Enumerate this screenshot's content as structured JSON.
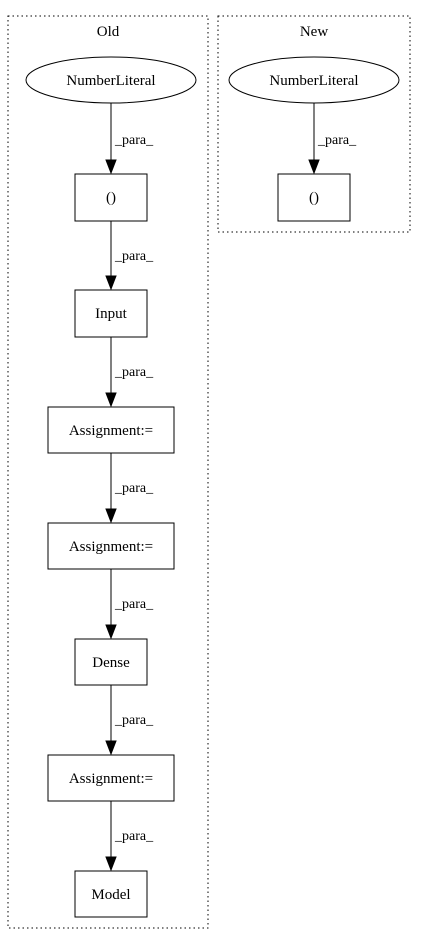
{
  "diagram": {
    "clusters": [
      {
        "id": "old",
        "label": "Old",
        "nodes": [
          {
            "id": "old_numlit",
            "label": "NumberLiteral",
            "shape": "ellipse"
          },
          {
            "id": "old_paren",
            "label": "()",
            "shape": "box"
          },
          {
            "id": "old_input",
            "label": "Input",
            "shape": "box"
          },
          {
            "id": "old_assign1",
            "label": "Assignment:=",
            "shape": "box"
          },
          {
            "id": "old_assign2",
            "label": "Assignment:=",
            "shape": "box"
          },
          {
            "id": "old_dense",
            "label": "Dense",
            "shape": "box"
          },
          {
            "id": "old_assign3",
            "label": "Assignment:=",
            "shape": "box"
          },
          {
            "id": "old_model",
            "label": "Model",
            "shape": "box"
          }
        ],
        "edges": [
          {
            "from": "old_numlit",
            "to": "old_paren",
            "label": "_para_"
          },
          {
            "from": "old_paren",
            "to": "old_input",
            "label": "_para_"
          },
          {
            "from": "old_input",
            "to": "old_assign1",
            "label": "_para_"
          },
          {
            "from": "old_assign1",
            "to": "old_assign2",
            "label": "_para_"
          },
          {
            "from": "old_assign2",
            "to": "old_dense",
            "label": "_para_"
          },
          {
            "from": "old_dense",
            "to": "old_assign3",
            "label": "_para_"
          },
          {
            "from": "old_assign3",
            "to": "old_model",
            "label": "_para_"
          }
        ]
      },
      {
        "id": "new",
        "label": "New",
        "nodes": [
          {
            "id": "new_numlit",
            "label": "NumberLiteral",
            "shape": "ellipse"
          },
          {
            "id": "new_paren",
            "label": "()",
            "shape": "box"
          }
        ],
        "edges": [
          {
            "from": "new_numlit",
            "to": "new_paren",
            "label": "_para_"
          }
        ]
      }
    ]
  }
}
